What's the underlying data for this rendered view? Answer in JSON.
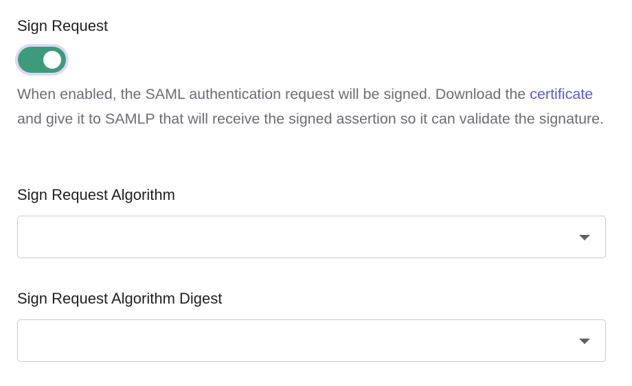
{
  "sign_request": {
    "label": "Sign Request",
    "toggle_state": "on",
    "description_before": "When enabled, the SAML authentication request will be signed. Download the ",
    "description_link": "certificate",
    "description_after": " and give it to SAMLP that will receive the signed assertion so it can validate the signature."
  },
  "algorithm": {
    "label": "Sign Request Algorithm",
    "value": ""
  },
  "digest": {
    "label": "Sign Request Algorithm Digest",
    "value": ""
  },
  "colors": {
    "toggle_on": "#3d9b7c",
    "focus_ring": "#dcd9f6",
    "link": "#5b57e0"
  }
}
